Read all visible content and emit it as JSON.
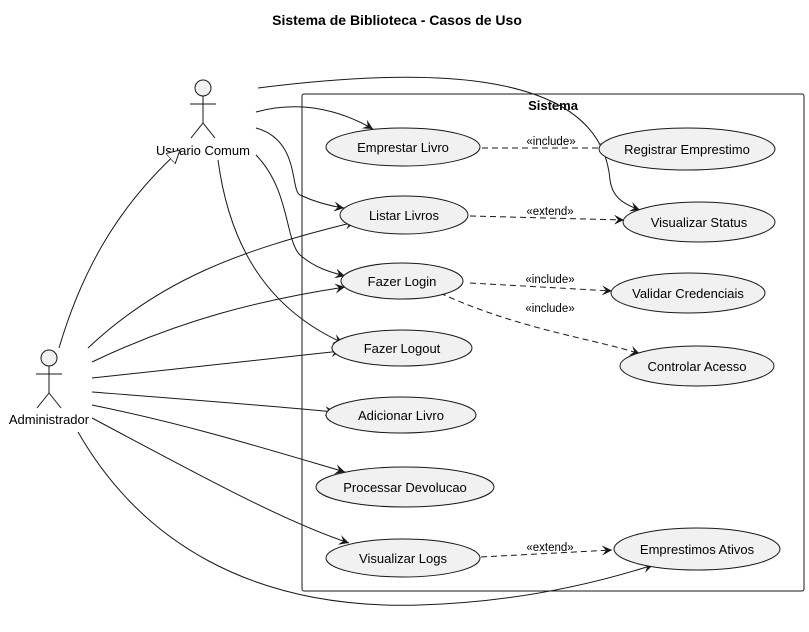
{
  "title": "Sistema de Biblioteca - Casos de Uso",
  "system_box": {
    "label": "Sistema"
  },
  "actors": {
    "usuario": "Usuario Comum",
    "admin": "Administrador"
  },
  "use_cases": {
    "emprestar": "Emprestar Livro",
    "listar": "Listar Livros",
    "login": "Fazer Login",
    "logout": "Fazer Logout",
    "adicionar": "Adicionar Livro",
    "devolucao": "Processar Devolucao",
    "logs": "Visualizar Logs",
    "registrar": "Registrar Emprestimo",
    "status": "Visualizar Status",
    "validar": "Validar Credenciais",
    "controlar": "Controlar Acesso",
    "ativos": "Emprestimos Ativos"
  },
  "stereotypes": {
    "include_registrar": "«include»",
    "extend_status": "«extend»",
    "include_validar": "«include»",
    "include_controlar": "«include»",
    "extend_ativos": "«extend»"
  },
  "colors": {
    "fill": "#f1f1f1",
    "stroke": "#181818"
  }
}
